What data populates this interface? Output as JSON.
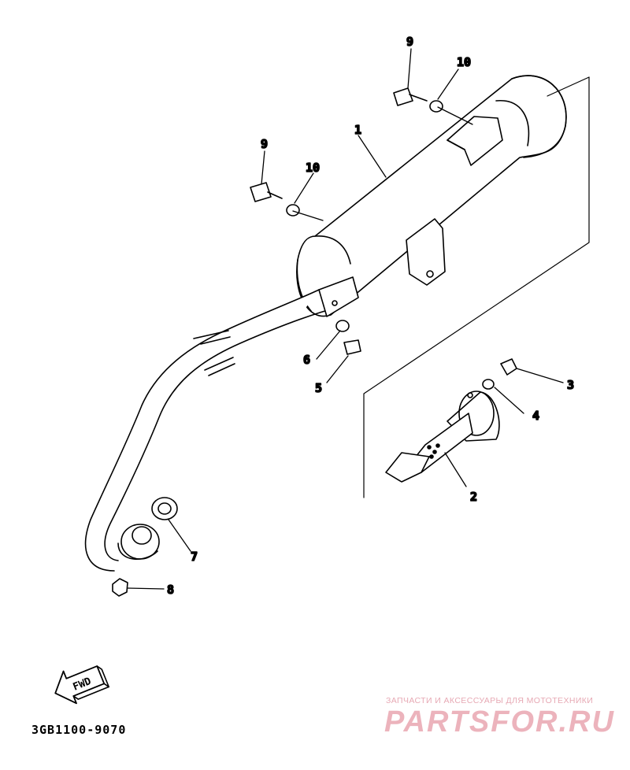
{
  "callouts": {
    "c1": "1",
    "c2": "2",
    "c3": "3",
    "c4": "4",
    "c5": "5",
    "c6": "6",
    "c7": "7",
    "c8": "8",
    "c9a": "9",
    "c9b": "9",
    "c10a": "10",
    "c10b": "10"
  },
  "fwd_label": "FWD",
  "part_code": "3GB1100-9070",
  "watermark": {
    "tagline": "ЗАПЧАСТИ И АКСЕССУАРЫ ДЛЯ МОТОТЕХНИКИ",
    "logo": "PARTSFOR.RU"
  },
  "colors": {
    "ink": "#000000",
    "watermark": "#e9a6b1"
  }
}
